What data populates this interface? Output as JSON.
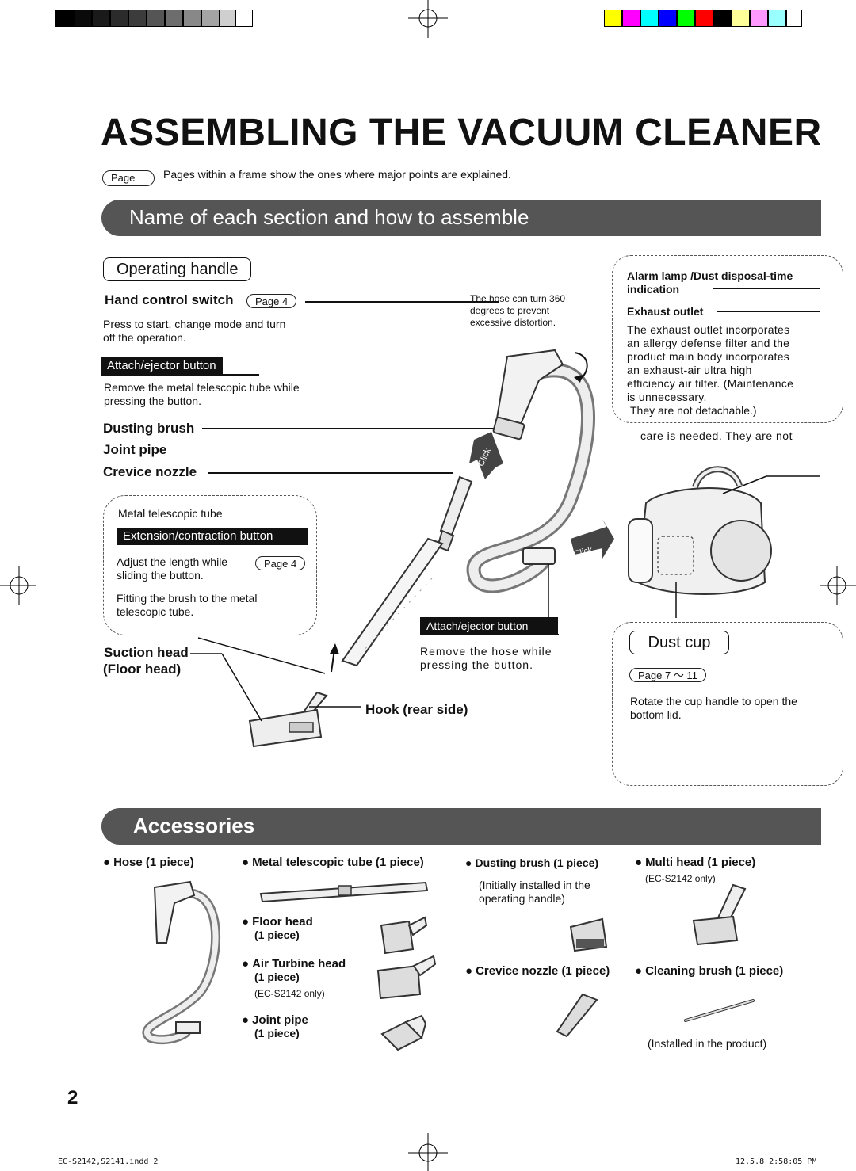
{
  "title": "ASSEMBLING THE VACUUM CLEANER",
  "page_note": {
    "badge": "Page",
    "text": "Pages within a frame show the ones where major points are explained."
  },
  "section1": {
    "heading": "Name of each section and how to assemble",
    "operating_handle": "Operating handle",
    "hand_control_switch": "Hand control switch",
    "hand_control_page": "Page  4",
    "hand_control_desc": "Press to start, change mode and turn off the operation.",
    "attach_ejector_1": "Attach/ejector button",
    "attach_ejector_1_desc": "Remove the metal telescopic tube while pressing the button.",
    "dusting_brush": "Dusting brush",
    "joint_pipe": "Joint pipe",
    "crevice_nozzle": "Crevice nozzle",
    "metal_tube": "Metal telescopic tube",
    "ext_button": "Extension/contraction button",
    "adjust_text": "Adjust the length while sliding the button.",
    "adjust_page": "Page  4",
    "fitting_text": "Fitting the brush to the metal telescopic tube.",
    "suction_head": "Suction head",
    "floor_head": "(Floor head)",
    "hose_note": "The hose can turn 360 degrees to prevent excessive distortion.",
    "click_1": "Click",
    "click_2": "Click",
    "attach_ejector_2": "Attach/ejector button",
    "attach_ejector_2_desc": "Remove the hose while pressing the button.",
    "hook": "Hook (rear side)",
    "alarm_lamp": "Alarm lamp /Dust disposal-time indication",
    "exhaust_outlet": "Exhaust outlet",
    "exhaust_desc": "The exhaust outlet incorporates an allergy defense filter and the product main body incorporates an exhaust-air ultra high efficiency air filter. (Maintenance is unnecessary.",
    "not_detachable": "They are not detachable.)",
    "care_text": "care is needed. They are not",
    "dust_cup": "Dust cup",
    "dust_cup_page": "Page  7 〜 11",
    "dust_cup_desc": "Rotate the cup handle to open the bottom lid."
  },
  "accessories": {
    "heading": "Accessories",
    "hose": "Hose (1 piece)",
    "metal_tube": "Metal telescopic tube (1 piece)",
    "dusting_brush": "Dusting brush (1 piece)",
    "dusting_brush_note": "(Initially installed in the operating handle)",
    "multi_head": "Multi head (1 piece)",
    "multi_head_note": "(EC-S2142 only)",
    "floor_head": "Floor head",
    "floor_head_qty": "(1 piece)",
    "air_turbine": "Air Turbine head",
    "air_turbine_qty": "(1 piece)",
    "air_turbine_note": "(EC-S2142 only)",
    "joint_pipe": "Joint pipe",
    "joint_pipe_qty": "(1 piece)",
    "crevice_nozzle": "Crevice nozzle (1 piece)",
    "cleaning_brush": "Cleaning brush (1 piece)",
    "cleaning_brush_note": "(Installed in the product)"
  },
  "page_number": "2",
  "footer_left": "EC-S2142,S2141.indd   2",
  "footer_right": "12.5.8   2:58:05 PM",
  "colors": {
    "band": "#555555",
    "label_black": "#111111"
  }
}
